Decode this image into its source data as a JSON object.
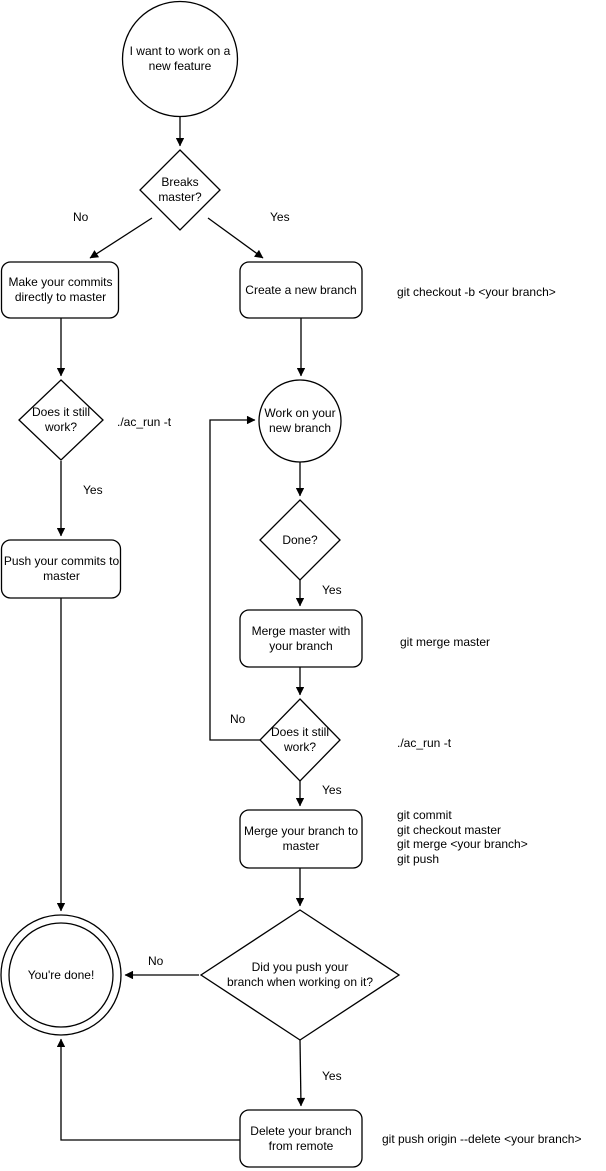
{
  "diagram": {
    "title": "git feature workflow flowchart",
    "colors": {
      "stroke": "#000000",
      "fill": "#ffffff",
      "text": "#000000",
      "background": "#ffffff"
    },
    "nodes": {
      "start": {
        "label": "I want to work on a\nnew feature",
        "shape": "circle"
      },
      "breaks_master": {
        "label": "Breaks\nmaster?",
        "shape": "diamond"
      },
      "make_commits": {
        "label": "Make your commits\ndirectly to master",
        "shape": "rounded-rect"
      },
      "create_branch": {
        "label": "Create a new branch",
        "shape": "rounded-rect"
      },
      "still_works_left": {
        "label": "Does it still\nwork?",
        "shape": "diamond"
      },
      "work_branch": {
        "label": "Work on your\nnew branch",
        "shape": "circle"
      },
      "push_commits": {
        "label": "Push your commits to\nmaster",
        "shape": "rounded-rect"
      },
      "done": {
        "label": "Done?",
        "shape": "diamond"
      },
      "merge_master": {
        "label": "Merge master with\nyour branch",
        "shape": "rounded-rect"
      },
      "still_works_mid": {
        "label": "Does it still\nwork?",
        "shape": "diamond"
      },
      "merge_branch": {
        "label": "Merge your branch to\nmaster",
        "shape": "rounded-rect"
      },
      "did_push": {
        "label": "Did you push your\nbranch when working on it?",
        "shape": "diamond"
      },
      "youre_done": {
        "label": "You're done!",
        "shape": "double-circle"
      },
      "delete_branch": {
        "label": "Delete your branch\nfrom remote",
        "shape": "rounded-rect"
      }
    },
    "edge_labels": {
      "breaks_no": "No",
      "breaks_yes": "Yes",
      "still_works_left_yes": "Yes",
      "done_yes": "Yes",
      "still_works_mid_no": "No",
      "still_works_mid_yes": "Yes",
      "did_push_no": "No",
      "did_push_yes": "Yes"
    },
    "annotations": {
      "checkout_cmd": "git checkout -b <your branch>",
      "ac_run_left": "./ac_run -t",
      "merge_master_cmd": "git merge master",
      "ac_run_mid": "./ac_run -t",
      "merge_branch_cmds": [
        "git commit",
        "git checkout master",
        "git merge <your branch>",
        "git push"
      ],
      "delete_cmd": "git push origin --delete <your branch>"
    }
  }
}
